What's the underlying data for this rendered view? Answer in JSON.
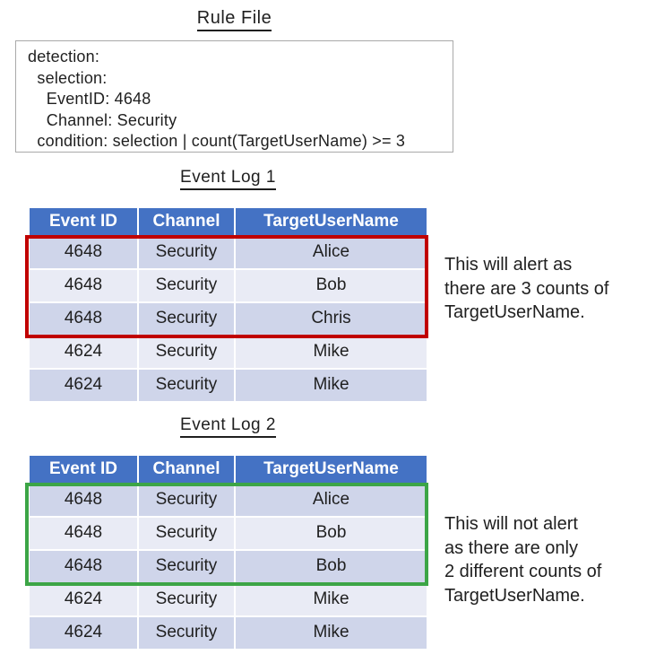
{
  "rule_file": {
    "title": "Rule File",
    "lines": [
      "detection:",
      "  selection:",
      "    EventID: 4648",
      "    Channel: Security",
      "  condition: selection | count(TargetUserName) >= 3"
    ]
  },
  "event_log_1": {
    "title": "Event Log 1",
    "columns": [
      "Event ID",
      "Channel",
      "TargetUserName"
    ],
    "rows": [
      {
        "event_id": "4648",
        "channel": "Security",
        "target_user_name": "Alice"
      },
      {
        "event_id": "4648",
        "channel": "Security",
        "target_user_name": "Bob"
      },
      {
        "event_id": "4648",
        "channel": "Security",
        "target_user_name": "Chris"
      },
      {
        "event_id": "4624",
        "channel": "Security",
        "target_user_name": "Mike"
      },
      {
        "event_id": "4624",
        "channel": "Security",
        "target_user_name": "Mike"
      }
    ],
    "highlighted_rows": "1-3",
    "annotation_lines": [
      "This will alert as",
      "there are 3 counts of",
      "TargetUserName."
    ]
  },
  "event_log_2": {
    "title": "Event Log 2",
    "columns": [
      "Event ID",
      "Channel",
      "TargetUserName"
    ],
    "rows": [
      {
        "event_id": "4648",
        "channel": "Security",
        "target_user_name": "Alice"
      },
      {
        "event_id": "4648",
        "channel": "Security",
        "target_user_name": "Bob"
      },
      {
        "event_id": "4648",
        "channel": "Security",
        "target_user_name": "Bob"
      },
      {
        "event_id": "4624",
        "channel": "Security",
        "target_user_name": "Mike"
      },
      {
        "event_id": "4624",
        "channel": "Security",
        "target_user_name": "Mike"
      }
    ],
    "highlighted_rows": "1-3",
    "annotation_lines": [
      "This will not alert",
      "as there are only",
      "2 different counts of",
      "TargetUserName."
    ]
  },
  "colors": {
    "header_bg": "#4472C4",
    "band_dark": "#CFD5EA",
    "band_light": "#E9EBF5",
    "alert_highlight_border": "#C00000",
    "no_alert_highlight_border": "#3CA546"
  }
}
